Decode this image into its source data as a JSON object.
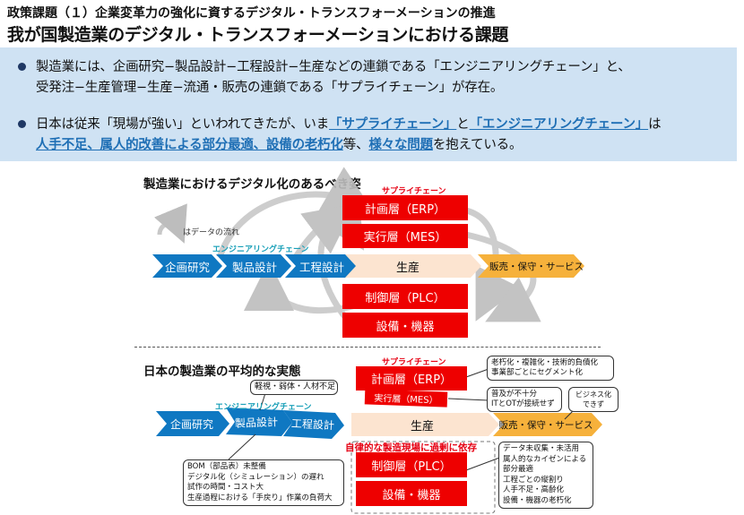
{
  "header": {
    "subtitle": "政策課題（１）企業変革力の強化に資するデジタル・トランスフォーメーションの推進",
    "title": "我が国製造業のデジタル・トランスフォーメーションにおける課題"
  },
  "summary": {
    "b1_line1": "製造業には、企画研究−製品設計−工程設計−生産などの連鎖である「エンジニアリングチェーン」と、",
    "b1_line2": "受発注−生産管理−生産−流通・販売の連鎖である「サプライチェーン」が存在。",
    "b2_p1": "日本は従来「現場が強い」といわれてきたが、いま",
    "b2_h1": "「サプライチェーン」",
    "b2_p2": "と",
    "b2_h2": "「エンジニアリングチェーン」",
    "b2_p3": "は",
    "b2_h3": "人手不足、属人的改善による部分最適、設備の老朽化",
    "b2_p4": "等、",
    "b2_h4": "様々な問題",
    "b2_p5": "を抱えている。"
  },
  "ideal": {
    "title": "製造業におけるデジタル化のあるべき姿",
    "supply_chain_label": "サプライチェーン",
    "engineering_chain_label": "エンジニアリングチェーン",
    "data_flow_legend": "はデータの流れ",
    "chain_steps": [
      "企画研究",
      "製品設計",
      "工程設計"
    ],
    "production": "生産",
    "sales": "販売・保守・サービス",
    "layers": [
      "計画層（ERP）",
      "実行層（MES）",
      "制御層（PLC）",
      "設備・機器"
    ]
  },
  "actual": {
    "title": "日本の製造業の平均的な実態",
    "supply_chain_label": "サプライチェーン",
    "engineering_chain_label": "エンジニアリングチェーン",
    "chain_steps": [
      "企画研究",
      "製品設計",
      "工程設計"
    ],
    "production": "生産",
    "sales": "販売・保守・サービス",
    "layers": [
      "計画層（ERP）",
      "実行層（MES）",
      "制御層（PLC）",
      "設備・機器"
    ],
    "overdependence": "自律的な製造現場に過剰に依存",
    "callout_erp": [
      "老朽化・複雑化・技術的負債化",
      "事業部ごとにセグメント化"
    ],
    "callout_mes": [
      "普及が不十分",
      "ITとOTが接続せず"
    ],
    "callout_biz": [
      "ビジネス化",
      "できず"
    ],
    "callout_eng": [
      "軽視・弱体・人材不足"
    ],
    "callout_bom": [
      "BOM（部品表）未整備",
      "デジタル化（シミュレーション）の遅れ",
      "試作の時間・コスト大",
      "生産過程における「手戻り」作業の負荷大"
    ],
    "callout_field": [
      "データ未収集・未活用",
      "属人的なカイゼンによる",
      "部分最適",
      "工程ごとの縦割り",
      "人手不足・高齢化",
      "設備・機器の老朽化"
    ]
  }
}
